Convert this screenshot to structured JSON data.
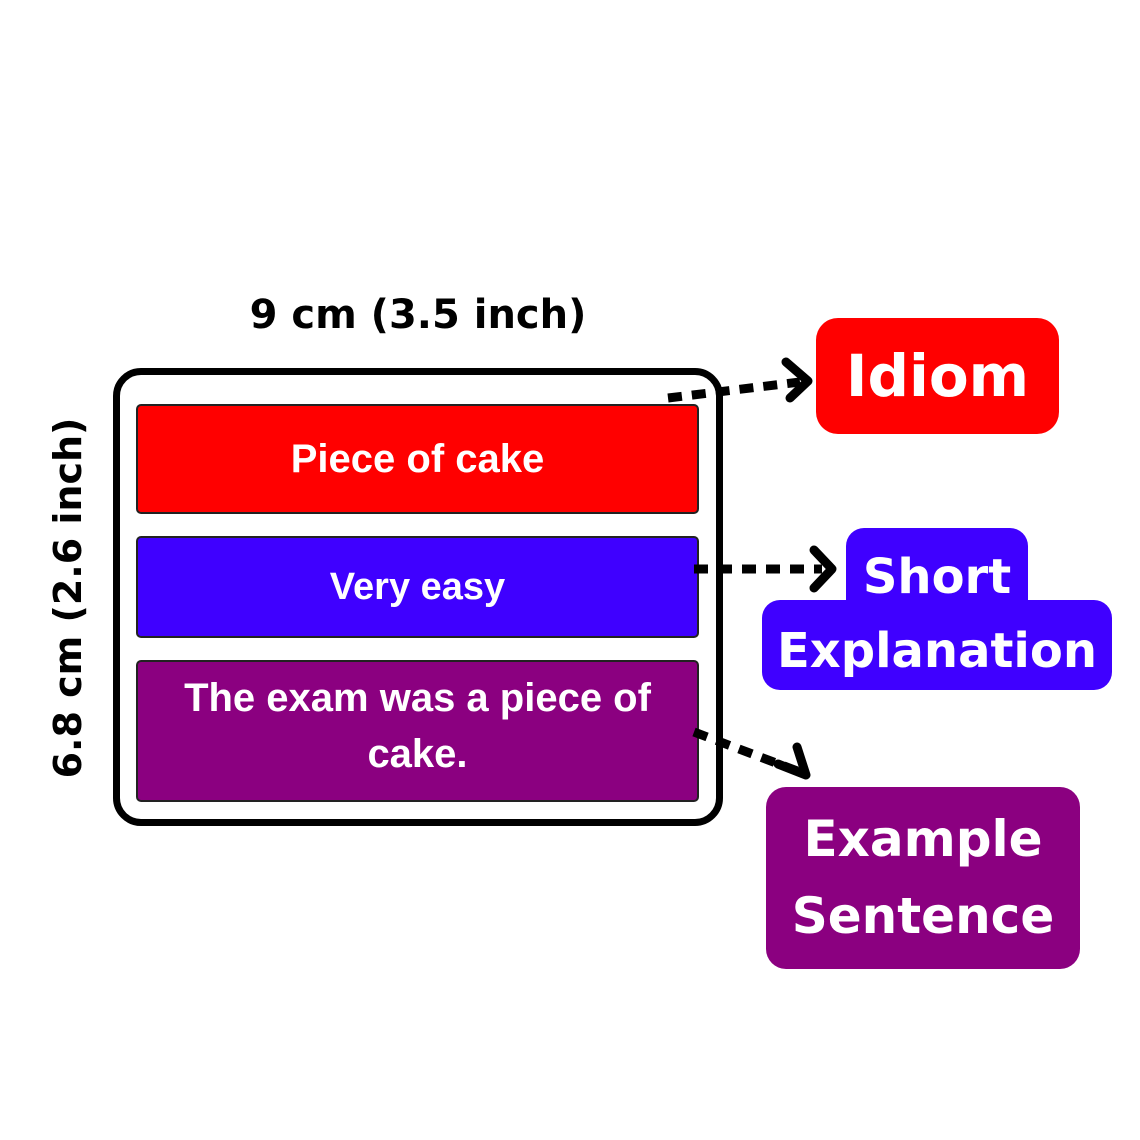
{
  "dimensions": {
    "width_label": "9 cm (3.5 inch)",
    "height_label": "6.8 cm (2.6 inch)"
  },
  "card": {
    "idiom": "Piece of cake",
    "explanation": "Very easy",
    "example": "The exam was a piece of cake."
  },
  "callouts": {
    "idiom": "Idiom",
    "explanation": "Short Explanation",
    "example": "Example Sentence"
  },
  "colors": {
    "idiom": "#ff0000",
    "explanation": "#3f00ff",
    "example": "#8b0080"
  }
}
